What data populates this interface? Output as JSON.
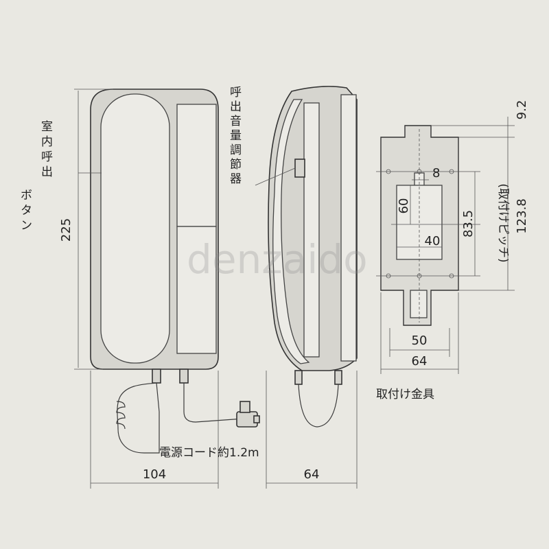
{
  "labels": {
    "indoor_call_button": [
      "室",
      "内",
      "呼",
      "出",
      "ボ",
      "タ",
      "ン"
    ],
    "call_volume_control": [
      "呼",
      "出",
      "音",
      "量",
      "調",
      "節",
      "器"
    ],
    "power_cord": "電源コード約1.2m",
    "mounting_bracket": "取付け金具",
    "mounting_pitch": "(取付けピッチ)"
  },
  "dimensions": {
    "front_height": "225",
    "front_width": "104",
    "side_depth": "64",
    "bracket_top": "9.2",
    "bracket_hole": "8",
    "bracket_60": "60",
    "bracket_40": "40",
    "bracket_pitch": "83.5",
    "bracket_height": "123.8",
    "bracket_inner_width": "50",
    "bracket_width": "64"
  },
  "watermark": "denzaido",
  "colors": {
    "background": "#e9e8e2",
    "device_body": "#d6d5cf",
    "device_panel": "#ecebe6"
  }
}
